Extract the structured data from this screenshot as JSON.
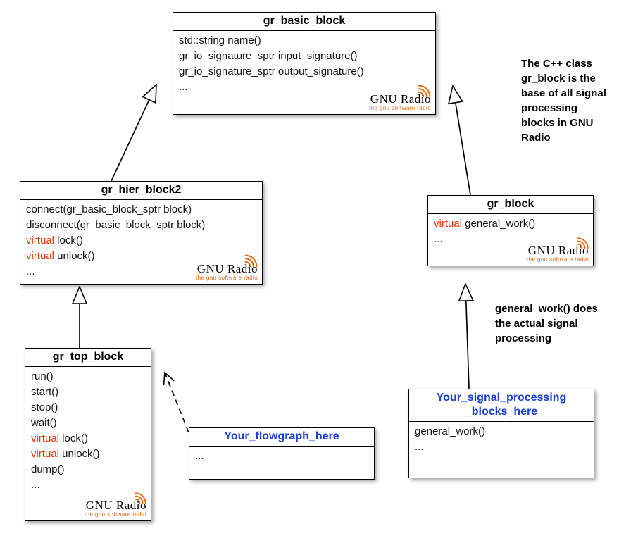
{
  "diagram": {
    "classes": [
      {
        "id": "gr_basic_block",
        "title": "gr_basic_block",
        "members": [
          "std::string name()",
          "gr_io_signature_sptr input_signature()",
          "gr_io_signature_sptr output_signature()",
          "..."
        ]
      },
      {
        "id": "gr_hier_block2",
        "title": "gr_hier_block2",
        "members": [
          "connect(gr_basic_block_sptr block)",
          "disconnect(gr_basic_block_sptr block)",
          "virtual lock()",
          "virtual unlock()",
          "..."
        ]
      },
      {
        "id": "gr_block",
        "title": "gr_block",
        "members": [
          "virtual general_work()",
          "..."
        ]
      },
      {
        "id": "gr_top_block",
        "title": "gr_top_block",
        "members": [
          "run()",
          "start()",
          "stop()",
          "wait()",
          "virtual lock()",
          "virtual unlock()",
          "dump()",
          "..."
        ]
      },
      {
        "id": "your_flowgraph_here",
        "title": "Your_flowgraph_here",
        "members": [
          "..."
        ]
      },
      {
        "id": "your_signal_processing_blocks_here",
        "title": "Your_signal_processing\n_blocks_here",
        "members": [
          "general_work()",
          "..."
        ]
      }
    ],
    "annotations": [
      {
        "text": "The C++ class gr_block is the base of all signal processing blocks in GNU Radio"
      },
      {
        "text": "general_work() does the actual signal processing"
      }
    ],
    "logo": {
      "name": "GNU Radio",
      "tagline": "the gnu software radio"
    },
    "colors": {
      "virtual_keyword": "#ed2f00",
      "user_class_title": "#1b3fd2",
      "logo_orange": "#e8650f"
    }
  }
}
